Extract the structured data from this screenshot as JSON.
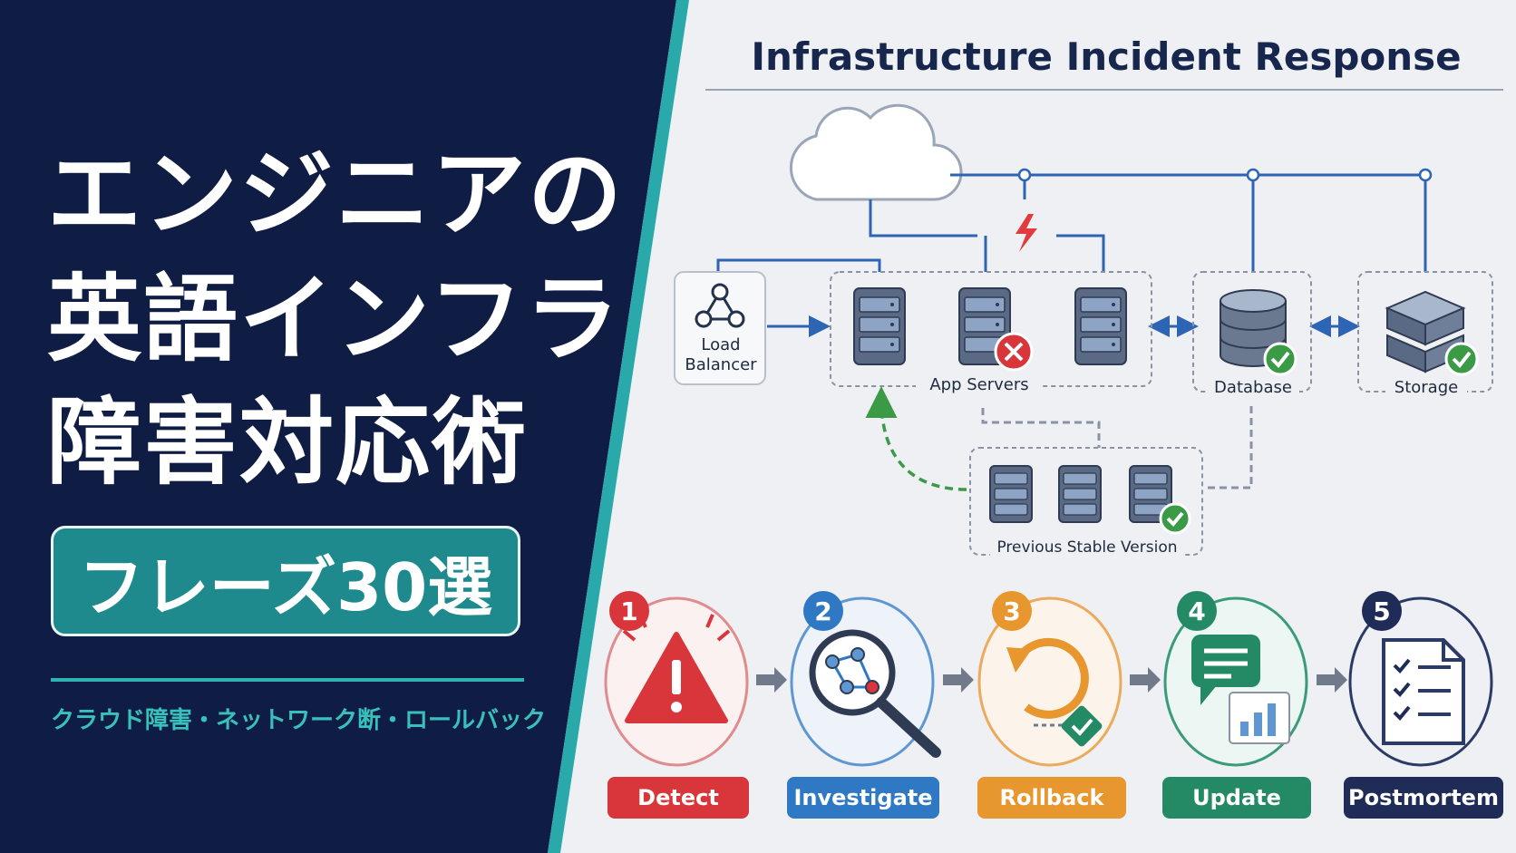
{
  "title_lines": [
    "エンジニアの",
    "英語インフラ",
    "障害対応術"
  ],
  "phrase_badge": "フレーズ30選",
  "subtitle": "クラウド障害・ネットワーク断・ロールバック",
  "diagram": {
    "title": "Infrastructure Incident Response",
    "nodes": {
      "load_balancer": "Load\nBalancer",
      "app_servers": "App Servers",
      "database": "Database",
      "storage": "Storage",
      "previous_version": "Previous Stable Version"
    }
  },
  "steps": [
    {
      "number": "1",
      "label": "Detect",
      "color": "#d8363a"
    },
    {
      "number": "2",
      "label": "Investigate",
      "color": "#2f78c4"
    },
    {
      "number": "3",
      "label": "Rollback",
      "color": "#e8962e"
    },
    {
      "number": "4",
      "label": "Update",
      "color": "#248a66"
    },
    {
      "number": "5",
      "label": "Postmortem",
      "color": "#1e2c57"
    }
  ],
  "colors": {
    "navy": "#0f1c44",
    "teal": "#1e8a8e",
    "line_blue": "#2d64b3",
    "ok_green": "#3a9a45",
    "error_red": "#d8363a"
  }
}
